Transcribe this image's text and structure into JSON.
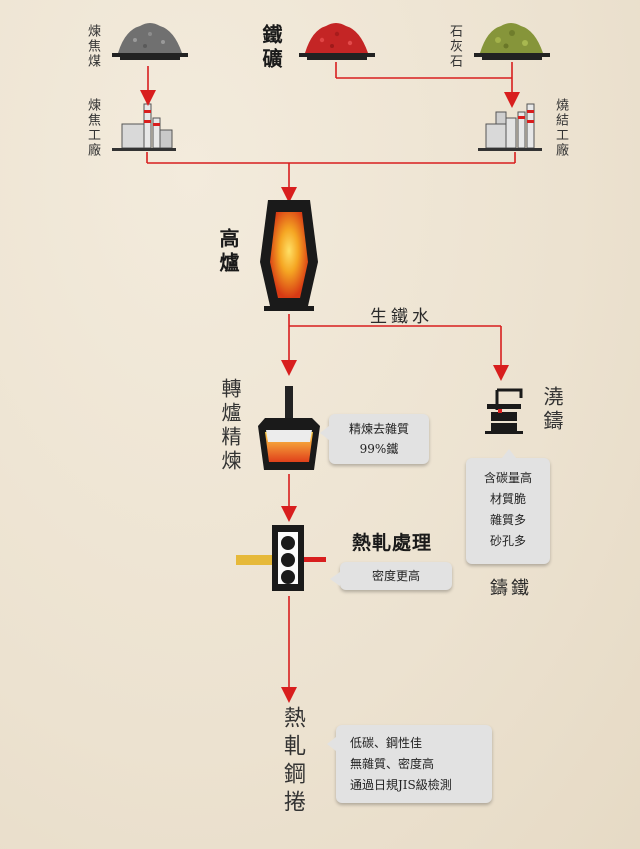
{
  "colors": {
    "arrow": "#d81e1e",
    "furnace_hot": "#f5a623",
    "iron_ore": "#cc2a2a",
    "limestone": "#8a9a3a",
    "coal": "#6f6f6f"
  },
  "nodes": {
    "coal": "煉焦煤",
    "iron_ore": "鐵礦",
    "limestone": "石灰石",
    "coke_plant": "煉焦工廠",
    "sinter_plant": "燒結工廠",
    "blast_furnace": "高爐",
    "pig_iron": "生鐵水",
    "converter": "轉爐精煉",
    "casting": "澆鑄",
    "hot_rolling": "熱軋處理",
    "cast_iron": "鑄鐵",
    "coil": "熱軋鋼捲"
  },
  "notes": {
    "converter": [
      "精煉去雜質",
      "99%鐵"
    ],
    "casting": [
      "含碳量高",
      "材質脆",
      "雜質多",
      "砂孔多"
    ],
    "hot_rolling": [
      "密度更高"
    ],
    "coil": [
      "低碳、鋼性佳",
      "無雜質、密度高",
      "通過日規JIS級檢測"
    ]
  }
}
